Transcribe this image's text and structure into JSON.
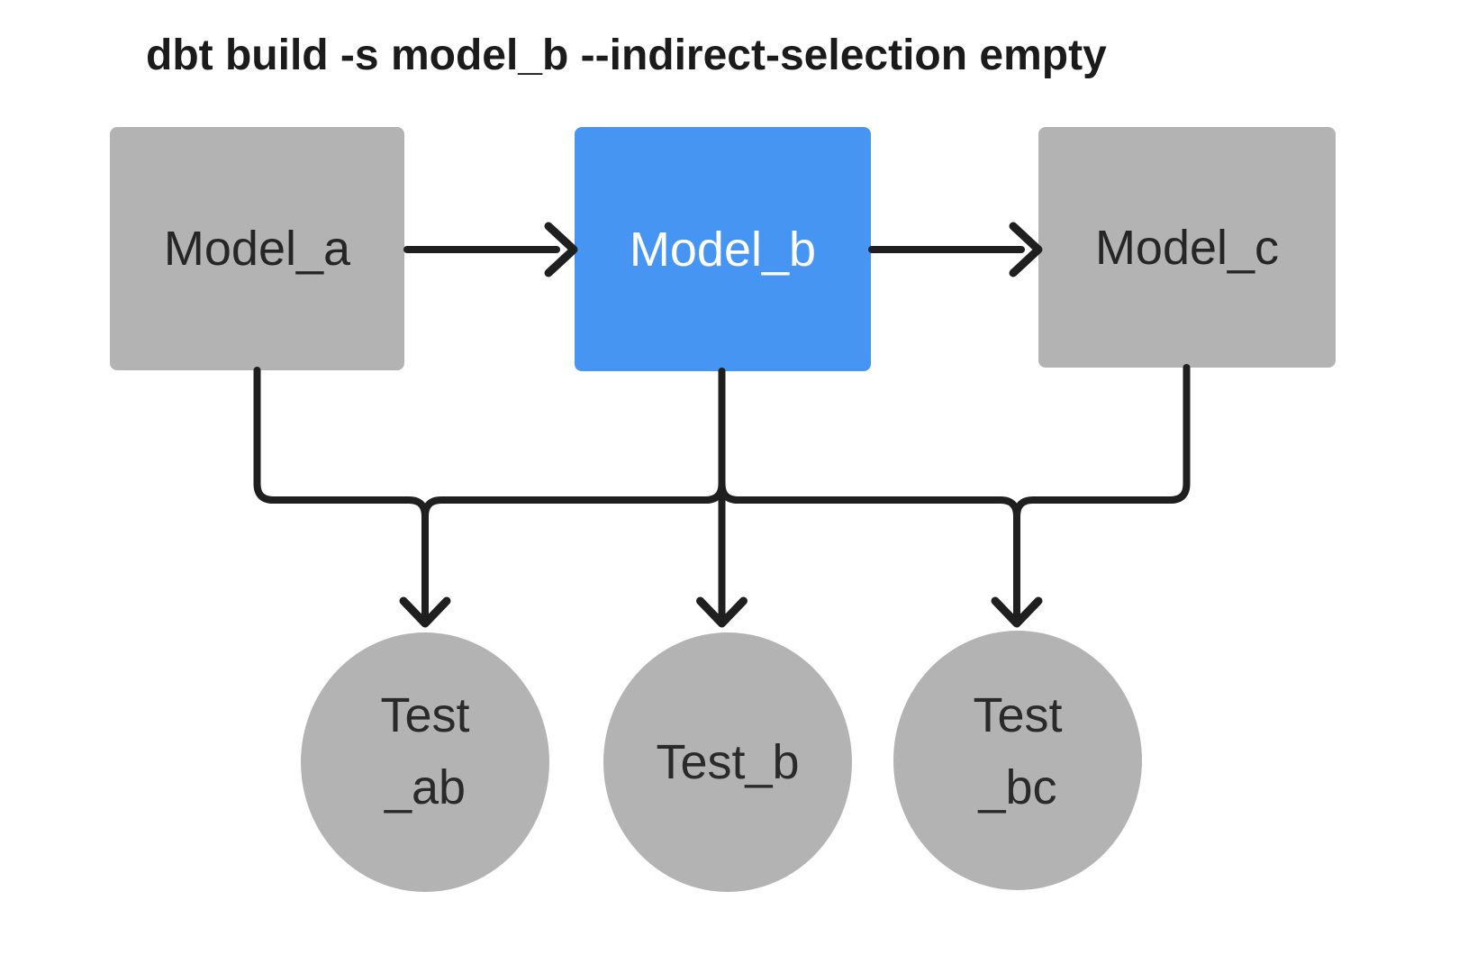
{
  "title": "dbt build -s model_b --indirect-selection empty",
  "diagram": {
    "models": [
      {
        "id": "model_a",
        "label": "Model_a",
        "state": "unselected"
      },
      {
        "id": "model_b",
        "label": "Model_b",
        "state": "selected"
      },
      {
        "id": "model_c",
        "label": "Model_c",
        "state": "unselected"
      }
    ],
    "tests": [
      {
        "id": "test_ab",
        "label": "Test\n_ab"
      },
      {
        "id": "test_b",
        "label": "Test_b"
      },
      {
        "id": "test_bc",
        "label": "Test\n_bc"
      }
    ],
    "edges": [
      {
        "from": "model_a",
        "to": "model_b"
      },
      {
        "from": "model_b",
        "to": "model_c"
      },
      {
        "from": "model_a",
        "to": "test_ab"
      },
      {
        "from": "model_b",
        "to": "test_ab"
      },
      {
        "from": "model_b",
        "to": "test_b"
      },
      {
        "from": "model_b",
        "to": "test_bc"
      },
      {
        "from": "model_c",
        "to": "test_bc"
      }
    ]
  },
  "colors": {
    "selected_node": "#4795f2",
    "node_gray": "#b3b3b3",
    "edge": "#1f1f1f",
    "node_text": "#262626",
    "selected_node_text": "#ffffff",
    "title_text": "#1b1b1b",
    "background": "#ffffff"
  }
}
